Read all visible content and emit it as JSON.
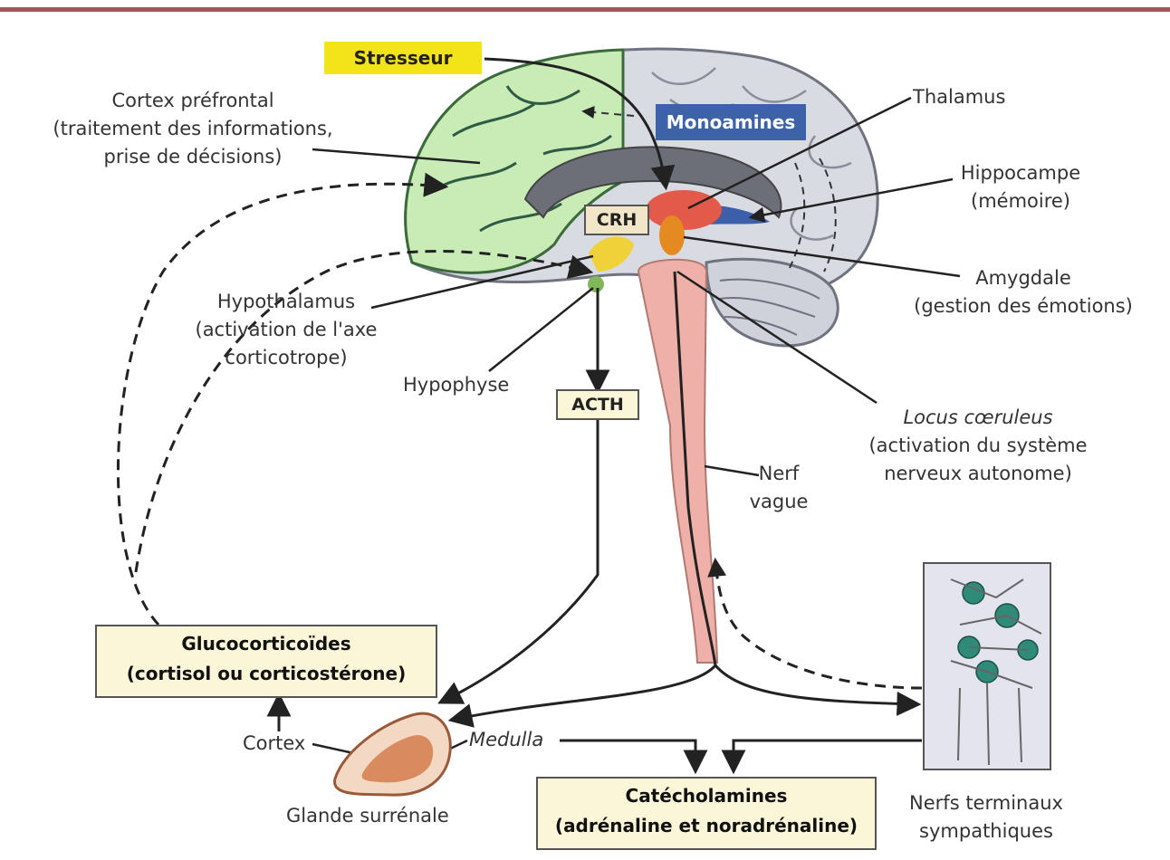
{
  "labels": {
    "stressor": "Stresseur",
    "monoamines": "Monoamines",
    "crh": "CRH",
    "acth": "ACTH",
    "cortex_prefrontal": [
      "Cortex préfrontal",
      "(traitement des informations,",
      "prise de décisions)"
    ],
    "thalamus": "Thalamus",
    "hippocampe": [
      "Hippocampe",
      "(mémoire)"
    ],
    "amygdale": [
      "Amygdale",
      "(gestion des émotions)"
    ],
    "hypothalamus": [
      "Hypothalamus",
      "(activation de l'axe",
      "corticotrope)"
    ],
    "hypophyse": "Hypophyse",
    "locus": [
      "Locus cœruleus",
      "(activation du système",
      "nerveux autonome)"
    ],
    "nerf_vague": [
      "Nerf",
      "vague"
    ],
    "glucocorticoides": [
      "Glucocorticoïdes",
      "(cortisol ou corticostérone)"
    ],
    "cortex": "Cortex",
    "medulla": "Medulla",
    "glande": "Glande surrénale",
    "catecholamines": [
      "Catécholamines",
      "(adrénaline et noradrénaline)"
    ],
    "nerfs_terminaux": [
      "Nerfs terminaux",
      "sympathiques"
    ]
  },
  "colors": {
    "top_rule": "#a8535b",
    "prefrontal": "#c9ebb6",
    "brain_grey": "#d9dbe3",
    "brain_line": "#6f7380",
    "stressor_bg": "#f3e41a",
    "monoamines_bg": "#3e62a8",
    "box_bg": "#fbf6d8",
    "brainstem": "#eeb0a8",
    "adrenal": "#d98a5e",
    "neuron": "#2f8a78"
  }
}
